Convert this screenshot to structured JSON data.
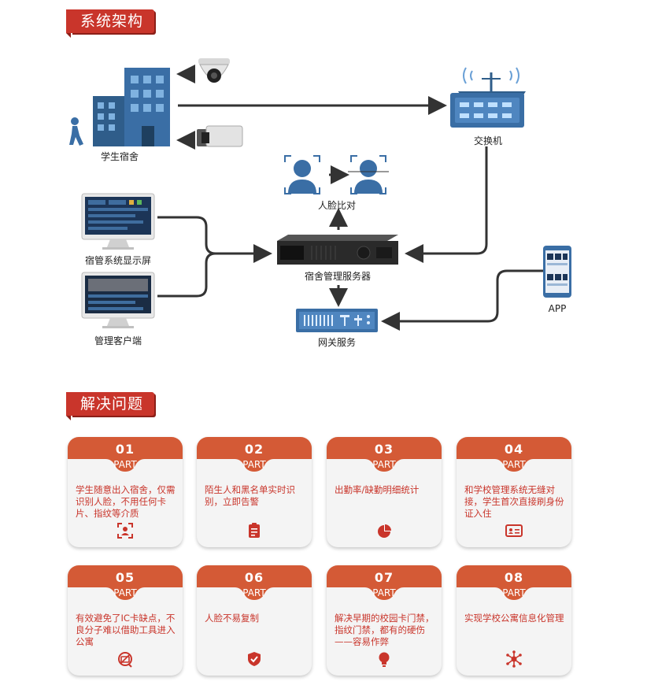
{
  "sections": {
    "architecture_title": "系统架构",
    "problems_title": "解决问题"
  },
  "diagram": {
    "nodes": {
      "dormitory": "学生宿舍",
      "switch": "交换机",
      "face_compare": "人脸比对",
      "dorm_display": "宿管系统显示屏",
      "server": "宿舍管理服务器",
      "client": "管理客户端",
      "gateway": "网关服务",
      "app": "APP"
    },
    "colors": {
      "accent": "#c9352b",
      "card_head": "#d45a36",
      "icon_blue": "#3a6ea5",
      "line": "#333333"
    }
  },
  "cards": [
    {
      "num": "01",
      "part": "PART",
      "desc": "学生随意出入宿舍，仅需识别人脸，不用任何卡片、指纹等介质",
      "icon": "face-scan-icon"
    },
    {
      "num": "02",
      "part": "PART",
      "desc": "陌生人和黑名单实时识别，立即告警",
      "icon": "clipboard-icon"
    },
    {
      "num": "03",
      "part": "PART",
      "desc": "出勤率/缺勤明细统计",
      "icon": "pie-chart-icon"
    },
    {
      "num": "04",
      "part": "PART",
      "desc": "和学校管理系统无缝对接，学生首次直接刷身份证入住",
      "icon": "id-card-icon"
    },
    {
      "num": "05",
      "part": "PART",
      "desc": "有效避免了IC卡缺点，不良分子难以借助工具进入公寓",
      "icon": "card-off-icon"
    },
    {
      "num": "06",
      "part": "PART",
      "desc": "人脸不易复制",
      "icon": "shield-check-icon"
    },
    {
      "num": "07",
      "part": "PART",
      "desc": "解决早期的校园卡门禁，指纹门禁，都有的硬伤——容易作弊",
      "icon": "lightbulb-icon"
    },
    {
      "num": "08",
      "part": "PART",
      "desc": "实现学校公寓信息化管理",
      "icon": "network-icon"
    }
  ]
}
